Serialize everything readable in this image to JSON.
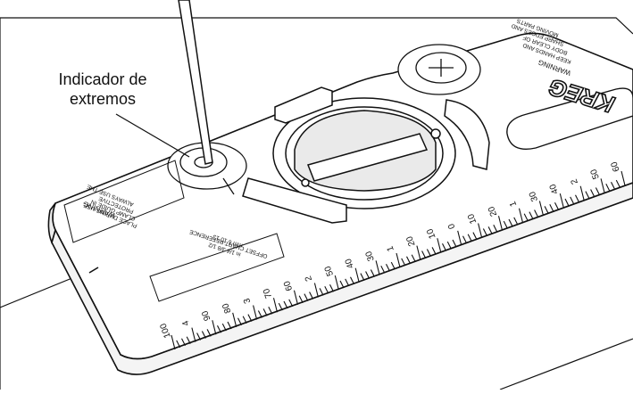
{
  "callout": {
    "line1": "Indicador de",
    "line2": "extremos"
  },
  "plate": {
    "brand_logo": "KREG",
    "warning_left": [
      "WARNING",
      "ALWAYS USE THE",
      "PROTECTIVE",
      "CLAMP GUIDE IN",
      "PLACE DURING USE."
    ],
    "warning_right": [
      "WARNING",
      "KEEP HANDS AND",
      "BODY CLEAR OF",
      "SHARP EDGES AND",
      "MOVING PARTS"
    ],
    "offset_chart": [
      "OFFSET CHART-REFERENCE",
      "in   1/4   3/8   1/2",
      "mm  6   10   13"
    ],
    "scale_labels": [
      "100",
      "4",
      "90",
      "80",
      "3",
      "70",
      "60",
      "2",
      "50",
      "40",
      "30",
      "1",
      "20",
      "10",
      "0",
      "10",
      "20",
      "1",
      "30",
      "40",
      "2",
      "50",
      "60"
    ]
  },
  "colors": {
    "line": "#111111",
    "fill": "#ffffff",
    "shade": "#e8e8e8"
  }
}
